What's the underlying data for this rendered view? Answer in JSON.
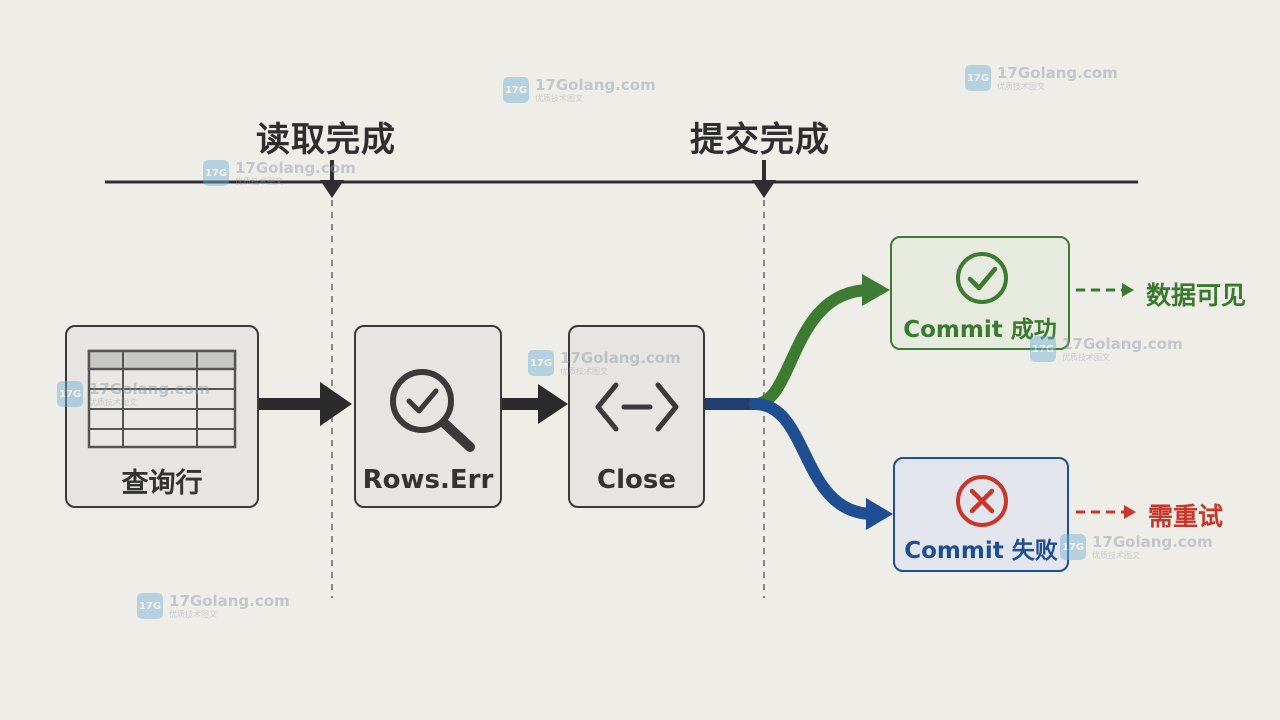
{
  "phases": {
    "read_done": "读取完成",
    "commit_done": "提交完成"
  },
  "nodes": {
    "query_rows": {
      "label": "查询行",
      "icon": "table-icon"
    },
    "rows_err": {
      "label": "Rows.Err",
      "icon": "magnifier-check-icon"
    },
    "close": {
      "label": "Close",
      "icon": "code-brackets-icon"
    },
    "commit_success": {
      "label": "Commit 成功",
      "icon": "check-circle-icon"
    },
    "commit_fail": {
      "label": "Commit 失败",
      "icon": "x-circle-icon"
    }
  },
  "outcomes": {
    "visible": "数据可见",
    "retry": "需重试"
  },
  "watermark": {
    "site": "17Golang.com",
    "sub": "优质技术图文",
    "logo": "17G"
  },
  "colors": {
    "success": "#3a7a2e",
    "failure_path": "#1f4f92",
    "failure_text": "#c8372a",
    "ink": "#2b2b2b"
  }
}
